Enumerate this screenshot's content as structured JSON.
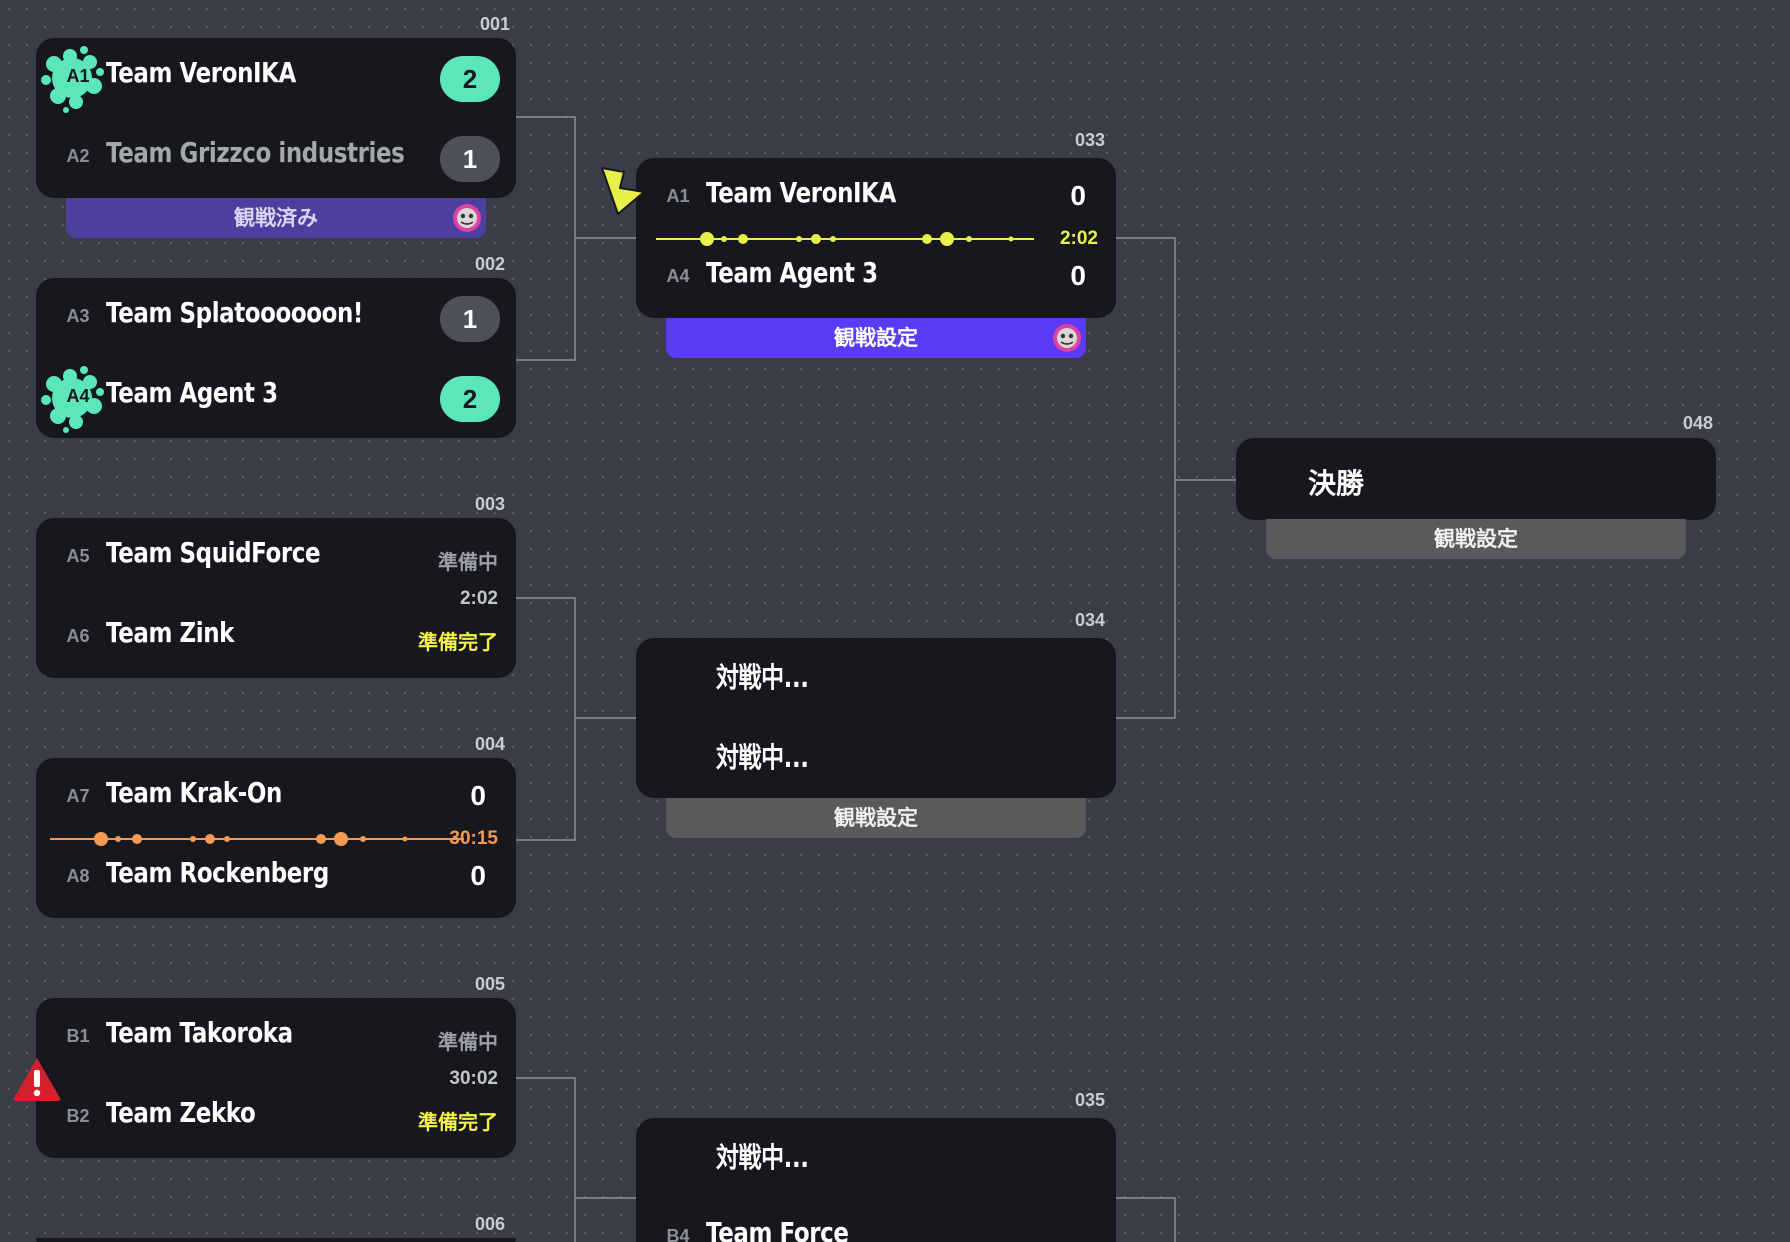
{
  "matches": {
    "m001": {
      "number": "001",
      "top": {
        "seed": "A1",
        "team": "Team VeronIKA",
        "score": "2"
      },
      "bottom": {
        "seed": "A2",
        "team": "Team Grizzco industries",
        "score": "1"
      },
      "spectate_label": "観戦済み"
    },
    "m002": {
      "number": "002",
      "top": {
        "seed": "A3",
        "team": "Team Splatoooooon!",
        "score": "1"
      },
      "bottom": {
        "seed": "A4",
        "team": "Team Agent 3",
        "score": "2"
      }
    },
    "m003": {
      "number": "003",
      "top": {
        "seed": "A5",
        "team": "Team SquidForce",
        "status": "準備中"
      },
      "timer": "2:02",
      "bottom": {
        "seed": "A6",
        "team": "Team Zink",
        "status": "準備完了"
      }
    },
    "m004": {
      "number": "004",
      "top": {
        "seed": "A7",
        "team": "Team Krak-On",
        "score": "0"
      },
      "timer": "30:15",
      "bottom": {
        "seed": "A8",
        "team": "Team Rockenberg",
        "score": "0"
      }
    },
    "m005": {
      "number": "005",
      "top": {
        "seed": "B1",
        "team": "Team Takoroka",
        "status": "準備中"
      },
      "timer": "30:02",
      "bottom": {
        "seed": "B2",
        "team": "Team Zekko",
        "status": "準備完了"
      }
    },
    "m006": {
      "number": "006"
    },
    "m033": {
      "number": "033",
      "top": {
        "seed": "A1",
        "team": "Team VeronIKA",
        "score": "0"
      },
      "timer": "2:02",
      "bottom": {
        "seed": "A4",
        "team": "Team Agent 3",
        "score": "0"
      },
      "spectate_label": "観戦設定"
    },
    "m034": {
      "number": "034",
      "top": {
        "team": "対戦中..."
      },
      "bottom": {
        "team": "対戦中..."
      },
      "spectate_label": "観戦設定"
    },
    "m035": {
      "number": "035",
      "top": {
        "team": "対戦中..."
      },
      "bottom": {
        "seed": "B4",
        "team": "Team Force"
      }
    },
    "m048": {
      "number": "048",
      "label": "決勝",
      "spectate_label": "観戦設定"
    }
  },
  "colors": {
    "background": "#3a3d47",
    "card": "#17181d",
    "winner_pill": "#5ce7ba",
    "loser_pill": "#4d5059",
    "spectate_active": "#5b3bf5",
    "spectate_done": "#4c3f9e",
    "spectate_disabled": "#5a5a5d",
    "ready_text": "#f2f24a",
    "live_yellow": "#eaf04a",
    "live_orange": "#f49a55",
    "alert_red": "#d3212d"
  },
  "icons": {
    "winner_mark": "ink-splat-icon",
    "alert": "warning-triangle-icon",
    "pointer": "pointer-arrow-icon",
    "spectator": "spectator-avatar-icon"
  }
}
